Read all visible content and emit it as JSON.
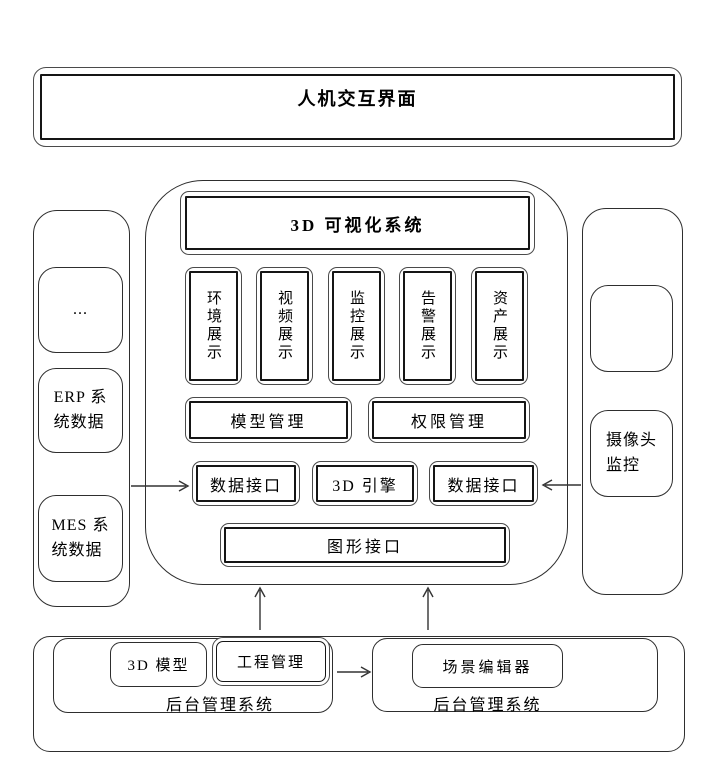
{
  "colors": {
    "line": "#333333",
    "text": "#000000",
    "background": "#ffffff"
  },
  "top_banner": {
    "label": "人机交互界面"
  },
  "visualization": {
    "title": "3D 可视化系统",
    "modules": [
      "环境展示",
      "视频展示",
      "监控展示",
      "告警展示",
      "资产展示"
    ],
    "management": [
      "模型管理",
      "权限管理"
    ],
    "interfaces": [
      "数据接口",
      "3D 引擎",
      "数据接口"
    ],
    "graphics_interface": "图形接口"
  },
  "left_panel": {
    "items": [
      "...",
      "ERP 系\n统数据",
      "MES 系\n统数据"
    ]
  },
  "right_panel": {
    "camera": "摄像头\n监控"
  },
  "backend_left": {
    "modules": [
      "3D 模型",
      "工程管理"
    ],
    "label": "后台管理系统"
  },
  "backend_right": {
    "modules": [
      "场景编辑器"
    ],
    "label": "后台管理系统"
  }
}
